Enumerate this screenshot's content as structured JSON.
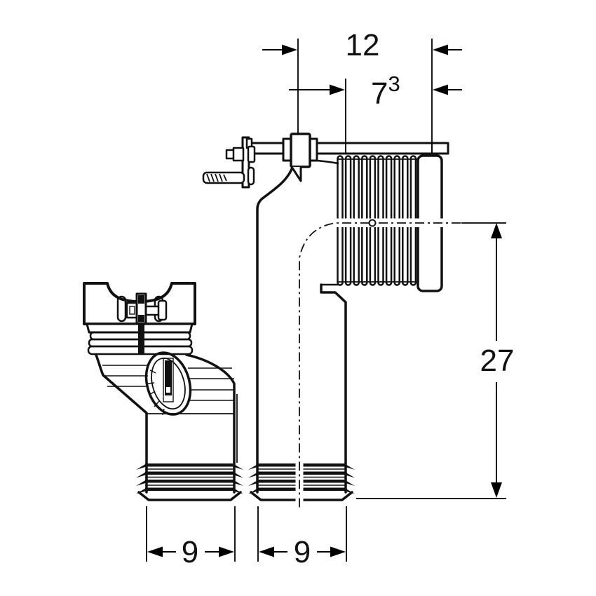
{
  "drawing": {
    "background_color": "#ffffff",
    "line_color": "#111111",
    "style": "black-line technical dimension drawing of a pipe offset connector with wall fixing bracket"
  },
  "dimensions": {
    "top_width": {
      "label": "12"
    },
    "sleeve_offset": {
      "label": "7",
      "superscript": "3"
    },
    "height": {
      "label": "27"
    },
    "left_outlet_width": {
      "label": "9"
    },
    "right_outlet_width": {
      "label": "9"
    }
  }
}
